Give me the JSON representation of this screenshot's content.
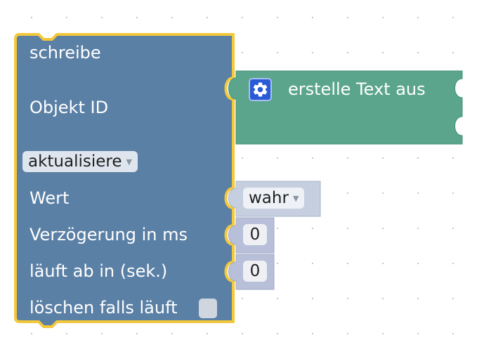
{
  "colors": {
    "main_block": "#5b80a5",
    "main_block_highlight": "#f3c83b",
    "text_block": "#5ba58c",
    "value_block": "#c5cfdf",
    "number_block": "#b8bfd9",
    "mutator_icon": "#2a5bd7"
  },
  "write_block": {
    "title": "schreibe",
    "object_id_label": "Objekt ID",
    "mode_dropdown": "aktualisiere",
    "value_label": "Wert",
    "delay_label": "Verzögerung in ms",
    "expire_label": "läuft ab in (sek.)",
    "clear_running_label": "löschen falls läuft",
    "clear_running_checked": false
  },
  "text_join_block": {
    "icon": "gear-icon",
    "label": "erstelle Text aus"
  },
  "value_block": {
    "dropdown_value": "wahr"
  },
  "delay_block": {
    "value": "0"
  },
  "expire_block": {
    "value": "0"
  }
}
